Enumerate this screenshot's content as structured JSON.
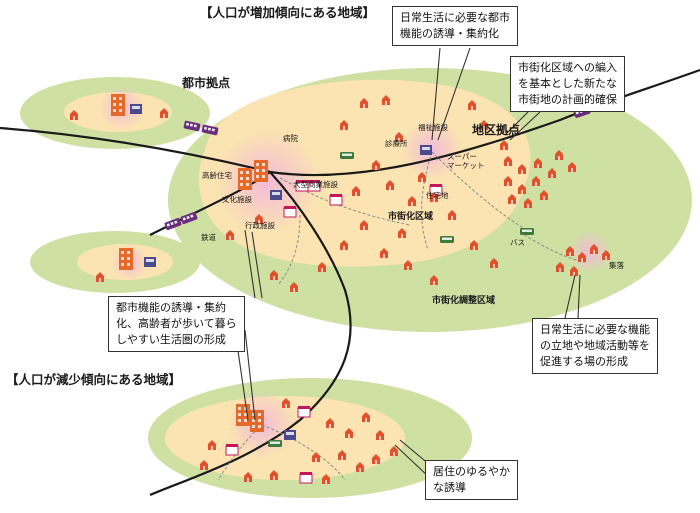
{
  "titles": {
    "increasing": "【人口が増加傾向にある地域】",
    "decreasing": "【人口が減少傾向にある地域】"
  },
  "hubs": {
    "urban": "都市拠点",
    "district": "地区拠点"
  },
  "zones": {
    "urbanization": "市街化区域",
    "control": "市街化調整区域"
  },
  "facility_labels": {
    "hospital": "病院",
    "elderly_housing": "高齢住宅",
    "large_commercial": "大型商業施設",
    "culture": "文化施設",
    "administration": "行政施設",
    "railway": "鉄道",
    "welfare": "福祉施設",
    "clinic": "診療所",
    "supermarket": "スーパー\nマーケット",
    "housing": "住宅地",
    "bus": "バス",
    "village": "集落"
  },
  "callouts": {
    "top": "日常生活に必要な都市\n機能の誘導・集約化",
    "right": "市街化区域への編入\nを基本とした新たな\n市街地の計画的確保",
    "left": "都市機能の誘導・集約\n化、高齢者が歩いて暮ら\nしやすい生活圏の形成",
    "bottom_right": "日常生活に必要な機能\nの立地や地域活動等を\n促進する場の形成",
    "bottom": "居住のゆるやか\nな誘導"
  },
  "colors": {
    "outer_zone": "#cfe0a3",
    "inner_zone": "#fbe3b2",
    "hub_glow": "#f3b9d9",
    "rail": "#1a1a1a",
    "house": "#e0522b",
    "train": "#6b2d7e"
  }
}
